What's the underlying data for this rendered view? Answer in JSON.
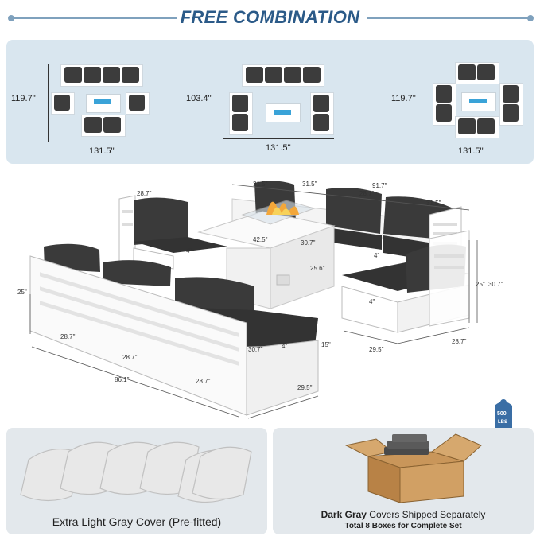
{
  "header": {
    "title": "FREE COMBINATION"
  },
  "combos": [
    {
      "height": "119.7''",
      "width": "131.5''"
    },
    {
      "height": "103.4''",
      "width": "131.5''"
    },
    {
      "height": "119.7''",
      "width": "131.5''"
    }
  ],
  "dimensions": {
    "d_top_31_5_a": "31.5\"",
    "d_top_31_5_b": "31.5\"",
    "d_top_91_7": "91.7\"",
    "d_top_28_7": "28.7\"",
    "d_top_31_5_c": "31.5\"",
    "d_chair_28_7": "28.7\"",
    "d_table_42_5": "42.5\"",
    "d_table_30_7": "30.7\"",
    "d_table_25_6": "25.6\"",
    "d_cush_4_a": "4\"",
    "d_cush_4_b": "4\"",
    "d_cush_4_c": "4\"",
    "d_cush_4_d": "4\"",
    "d_right_25": "25\"",
    "d_right_30_7": "30.7\"",
    "d_right_29_5": "29.5\"",
    "d_right_28_7": "28.7\"",
    "d_left_25": "25\"",
    "d_left_28_7_a": "28.7\"",
    "d_left_28_7_b": "28.7\"",
    "d_left_28_7_c": "28.7\"",
    "d_left_86_1": "86.1\"",
    "d_left_30_7": "30.7\"",
    "d_left_15": "15\"",
    "d_left_29_5": "29.5\""
  },
  "badge": {
    "value": "500",
    "unit": "LBS"
  },
  "covers": {
    "light_caption": "Extra Light Gray Cover (Pre-fitted)",
    "dark_caption_bold": "Dark Gray",
    "dark_caption_rest": " Covers Shipped Separately",
    "boxes_caption": "Total 8 Boxes for Complete Set"
  },
  "colors": {
    "accent": "#2b5a88",
    "panel": "#d9e6ef",
    "cushion": "#3c3c3c",
    "fire": "#3aa3d8"
  }
}
